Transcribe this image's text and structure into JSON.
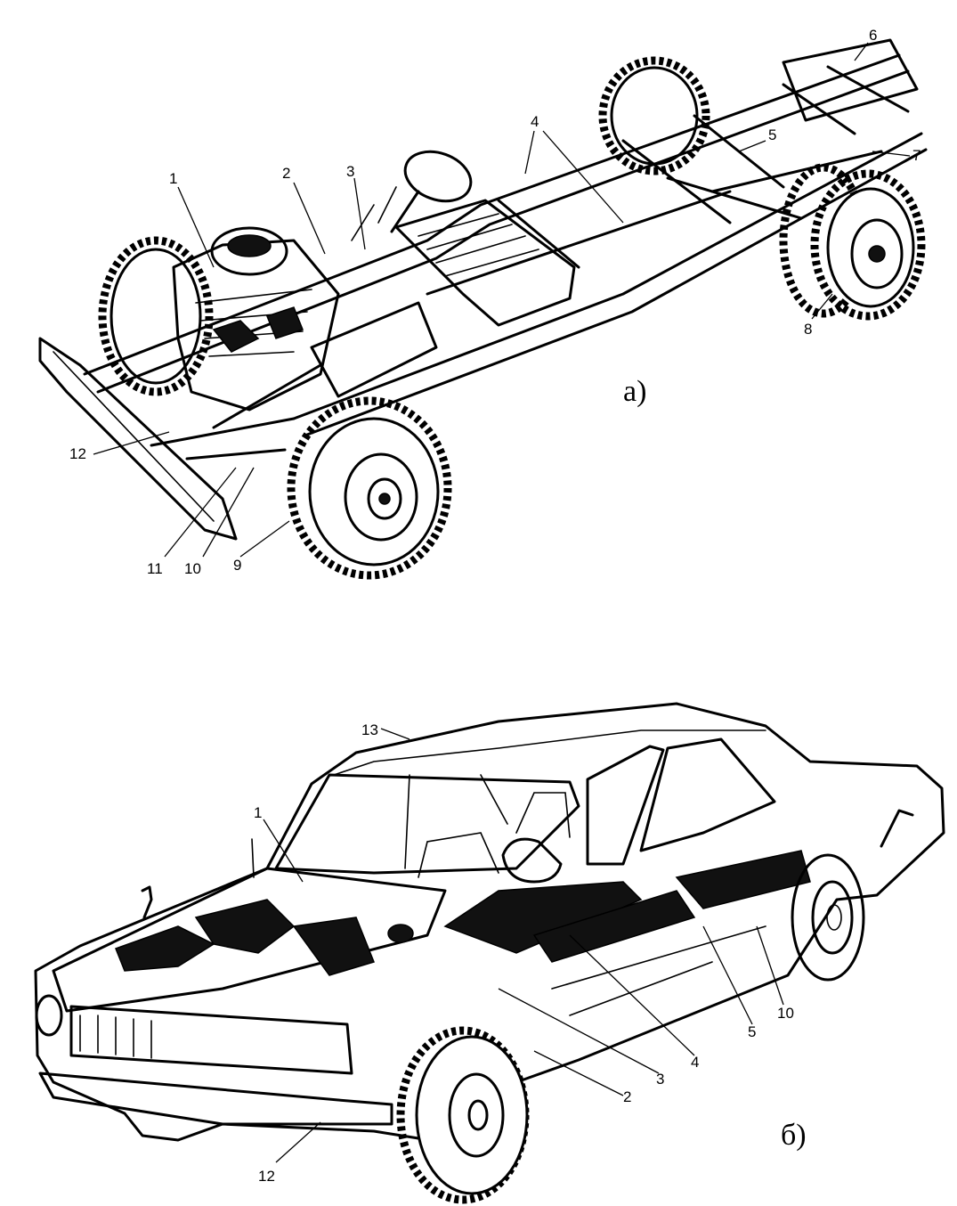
{
  "figure_a": {
    "caption": "а)",
    "callouts": [
      "1",
      "2",
      "3",
      "4",
      "5",
      "6",
      "7",
      "8",
      "9",
      "10",
      "11",
      "12"
    ]
  },
  "figure_b": {
    "caption": "б)",
    "callouts": [
      "1",
      "2",
      "3",
      "4",
      "5",
      "10",
      "12",
      "13"
    ]
  }
}
